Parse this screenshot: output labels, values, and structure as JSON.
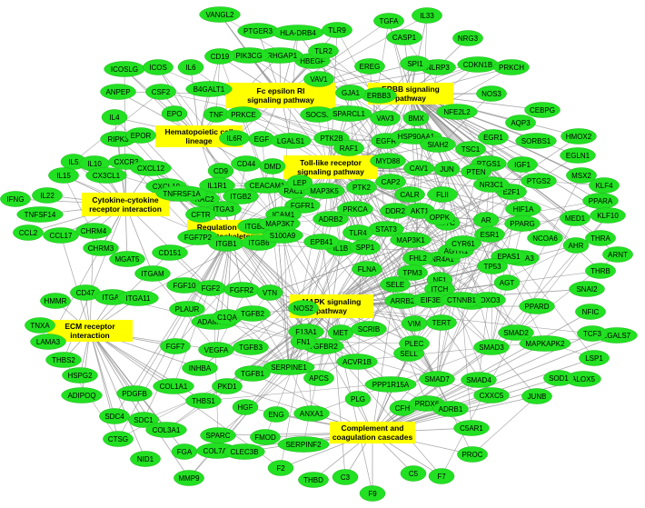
{
  "colors": {
    "gene_fill": "#22e022",
    "pathway_fill": "#ffff00",
    "edge": "#8a8a8a",
    "background": "#ffffff"
  },
  "pathways": [
    {
      "id": "fc",
      "lines": [
        "Fc epsilon RI",
        "signaling pathway"
      ]
    },
    {
      "id": "erbb",
      "lines": [
        "ERBB signaling",
        "pathway"
      ]
    },
    {
      "id": "hema",
      "lines": [
        "Hematopoietic cell",
        "lineage"
      ]
    },
    {
      "id": "tlr",
      "lines": [
        "Toll-like receptor",
        "signaling pathway"
      ]
    },
    {
      "id": "cyto",
      "lines": [
        "Cytokine-cytokine",
        "receptor interaction"
      ]
    },
    {
      "id": "actin",
      "lines": [
        "Regulation of actin",
        "cytoskeleton"
      ]
    },
    {
      "id": "mapk",
      "lines": [
        "MAPK signaling",
        "pathway"
      ]
    },
    {
      "id": "ecm",
      "lines": [
        "ECM receptor",
        "interaction"
      ]
    },
    {
      "id": "comp",
      "lines": [
        "Complement and",
        "coagulation cascades"
      ]
    }
  ],
  "genes": [
    "VANGL2",
    "PTGER3",
    "HLA-DRB4",
    "TLR9",
    "TGFA",
    "IL33",
    "CASP1",
    "NRG3",
    "EREG",
    "NLRP3",
    "CDKN1B",
    "PRKCH",
    "SPI1",
    "ERBB3",
    "HBEGF",
    "TLR2",
    "ARHGAP1",
    "PIK3CG",
    "CD19",
    "IL6",
    "B4GALT1",
    "ICOSLG",
    "ICOS",
    "ANPEP",
    "CSF2",
    "EPO",
    "IL4",
    "TNF",
    "PRKCE",
    "VAV1",
    "SOCS3",
    "SPARCL1",
    "GJA1",
    "VAV3",
    "BMX",
    "NFE2L2",
    "NOS3",
    "EGR1",
    "CEBPG",
    "AQP3",
    "SORBS1",
    "HMOX2",
    "EGLN1",
    "MSX2",
    "KLF4",
    "PPARA",
    "KLF10",
    "THRA",
    "ARNT",
    "THRB",
    "SNAI2",
    "MED1",
    "AHR",
    "NCOA6",
    "NCOA3",
    "PPARD",
    "NFIC",
    "LGALS7",
    "TCF3",
    "LSP1",
    "ALOX5",
    "SOD1",
    "JUNB",
    "MAPKAPK2",
    "CXXC5",
    "SMAD2",
    "SMAD3",
    "SMAD4",
    "SMAD7",
    "RIPK3",
    "EPOR",
    "IL6R",
    "EGF",
    "LGALS1",
    "PTK2B",
    "RAF1",
    "EGFR",
    "HSP90AA1",
    "SIAH2",
    "TSC1",
    "PTGS1",
    "IGF1",
    "PTGS2",
    "HIF1A",
    "E2F1",
    "PPARG",
    "NR3C1",
    "PTEN",
    "JUN",
    "CAV1",
    "MYD88",
    "IL5",
    "IL10",
    "IL15",
    "CX3CL1",
    "CXCR3",
    "CXCL12",
    "CXCL10",
    "CD9",
    "CD44",
    "DMD",
    "CEACAM1",
    "IL1R1",
    "ITGB2",
    "ITGA3",
    "RAC2",
    "CFTR",
    "RAC1",
    "MAP3K5",
    "PTK2",
    "FGFR1",
    "CAP2",
    "CALR",
    "DDR2",
    "AKT1",
    "FLII",
    "MYC",
    "OPPK",
    "AR",
    "ESR1",
    "EPAS1",
    "NR4A1",
    "TP53",
    "AGT",
    "FOXO1",
    "FOXO3",
    "IFNG",
    "IL22",
    "TNFSF14",
    "TNFRSF1A",
    "CCL2",
    "CCL17",
    "CHRM4",
    "CHRM3",
    "MGAT5",
    "CD151",
    "FGF7P2",
    "ITGB1",
    "ITGB3",
    "ITGB6",
    "S100A9",
    "ICAM1",
    "LEP",
    "MAP3K7",
    "ADRB2",
    "PRKCA",
    "STAT3",
    "TLR4",
    "IL1B",
    "SPP1",
    "EPB41",
    "FHL2",
    "MAP3K1",
    "AGTR1",
    "CYR61",
    "NF1",
    "ITCH",
    "TPM3",
    "FLNA",
    "SELE",
    "ARRB2",
    "EIF3E",
    "CTNNB1",
    "TERT",
    "HMMR",
    "CD47",
    "ITGA9",
    "ITGA11",
    "ITGAM",
    "FGF10",
    "FGF2",
    "FGFR2",
    "VTN",
    "PLAUR",
    "NOS2",
    "TNXA",
    "LAMA3",
    "ADAMTS1",
    "C1QA",
    "TGFB2",
    "THBS2",
    "HSPG2",
    "FGF7",
    "VEGFA",
    "INHBA",
    "F13A1",
    "MET",
    "SCRIB",
    "ACVR1B",
    "TGFBR2",
    "SERPINE1",
    "FN1",
    "TGFB3",
    "PKD1",
    "TGFB1",
    "VIM",
    "SELL",
    "PLEC",
    "PPP1R15A",
    "APCS",
    "COL1A1",
    "PDGFB",
    "ADIPOQ",
    "SDC4",
    "SDC1",
    "COL3A1",
    "THBS1",
    "CTSG",
    "HGF",
    "SPARC",
    "ENG",
    "ANXA1",
    "PLG",
    "CFH",
    "PRDX6",
    "ADRB1",
    "C5AR1",
    "NID1",
    "FGA",
    "COL7A1",
    "CLEC3B",
    "FMOD",
    "SERPINF2",
    "F2",
    "THBD",
    "C3",
    "F9",
    "C5",
    "F7",
    "PROC",
    "MMP9"
  ]
}
